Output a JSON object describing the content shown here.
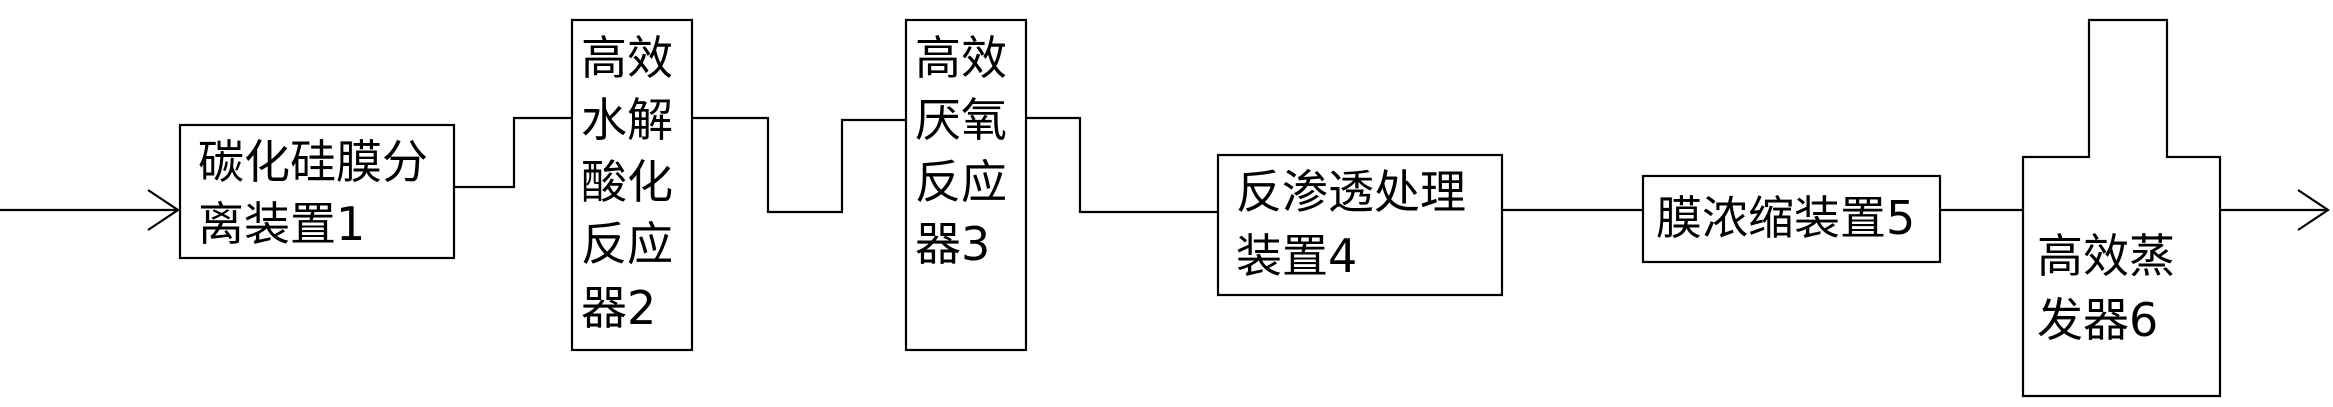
{
  "nodes": [
    {
      "id": "sic-membrane-separation",
      "lines": [
        "碳化硅膜分",
        "离装置1"
      ]
    },
    {
      "id": "hydrolysis-acidification-reactor",
      "lines": [
        "高效",
        "水解",
        "酸化",
        "反应",
        "器2"
      ]
    },
    {
      "id": "anaerobic-reactor",
      "lines": [
        "高效",
        "厌氧",
        "反应",
        "器3"
      ]
    },
    {
      "id": "reverse-osmosis",
      "lines": [
        "反渗透处理",
        "装置4"
      ]
    },
    {
      "id": "membrane-concentration",
      "lines": [
        "膜浓缩装置5"
      ]
    },
    {
      "id": "evaporator",
      "lines": [
        "高效蒸",
        "发器6"
      ]
    }
  ]
}
